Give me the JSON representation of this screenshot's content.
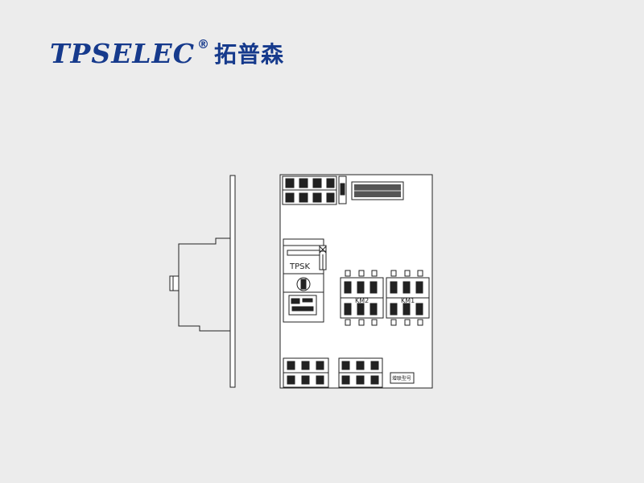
{
  "logo": {
    "brand": "TPSELEC",
    "registered": "®",
    "chinese": "拓普森"
  },
  "diagram": {
    "switch_label": "TPSK",
    "contactor_1": "KM1",
    "contactor_2": "KM2",
    "model_tag": "增联型号"
  },
  "colors": {
    "background": "#ececec",
    "brand_blue": "#163a8c",
    "line": "#222222"
  }
}
